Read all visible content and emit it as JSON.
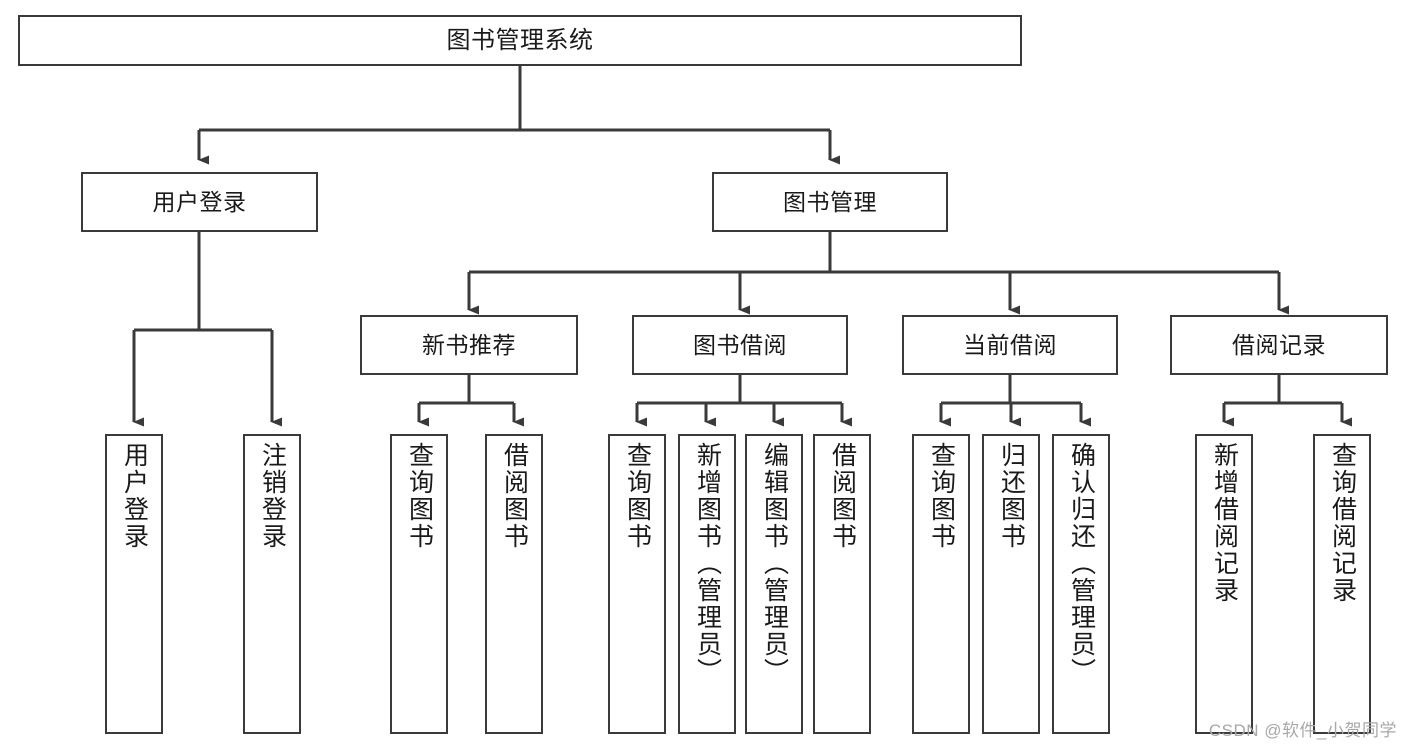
{
  "diagram": {
    "title_node": {
      "id": "root",
      "label": "图书管理系统"
    },
    "level1": [
      {
        "id": "user-login",
        "label": "用户登录"
      },
      {
        "id": "book-management",
        "label": "图书管理"
      }
    ],
    "level2": [
      {
        "id": "new-book-recommend",
        "label": "新书推荐"
      },
      {
        "id": "book-borrow",
        "label": "图书借阅"
      },
      {
        "id": "current-borrow",
        "label": "当前借阅"
      },
      {
        "id": "borrow-record",
        "label": "借阅记录"
      }
    ],
    "leaves": {
      "user_login": [
        {
          "id": "leaf-user-login",
          "label": "用户登录"
        },
        {
          "id": "leaf-logout-login",
          "label": "注销登录"
        }
      ],
      "new_book_recommend": [
        {
          "id": "leaf-query-book-1",
          "label": "查询图书"
        },
        {
          "id": "leaf-borrow-book-1",
          "label": "借阅图书"
        }
      ],
      "book_borrow": [
        {
          "id": "leaf-query-book-2",
          "label": "查询图书"
        },
        {
          "id": "leaf-add-book",
          "label": "新增图书（管理员）"
        },
        {
          "id": "leaf-edit-book",
          "label": "编辑图书（管理员）"
        },
        {
          "id": "leaf-borrow-book-2",
          "label": "借阅图书"
        }
      ],
      "current_borrow": [
        {
          "id": "leaf-query-book-3",
          "label": "查询图书"
        },
        {
          "id": "leaf-return-book",
          "label": "归还图书"
        },
        {
          "id": "leaf-confirm-return",
          "label": "确认归还（管理员）"
        }
      ],
      "borrow_record": [
        {
          "id": "leaf-add-record",
          "label": "新增借阅记录"
        },
        {
          "id": "leaf-query-record",
          "label": "查询借阅记录"
        }
      ]
    },
    "watermark": "CSDN @软件_小贺同学",
    "colors": {
      "stroke": "#3a3a3a",
      "background": "#ffffff",
      "text": "#1a1a1a",
      "watermark": "#a8a8a8"
    }
  }
}
